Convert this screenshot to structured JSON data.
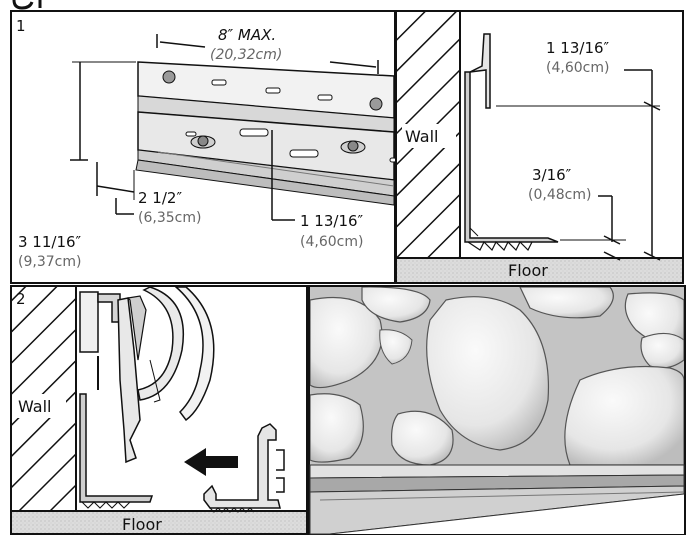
{
  "panel1": {
    "number": "1",
    "max_gap": "8″ MAX.",
    "max_gap_metric": "(20,32cm)",
    "dim_a": "2 1/2″",
    "dim_a_metric": "(6,35cm)",
    "dim_b": "1 13/16″",
    "dim_b_metric": "(4,60cm)",
    "dim_c": "3 11/16″",
    "dim_c_metric": "(9,37cm)"
  },
  "panel_section": {
    "wall_label": "Wall",
    "floor_label": "Floor",
    "dim_top": "1 13/16″",
    "dim_top_metric": "(4,60cm)",
    "dim_bottom": "3/16″",
    "dim_bottom_metric": "(0,48cm)"
  },
  "panel2": {
    "number": "2",
    "wall_label": "Wall",
    "floor_label": "Floor"
  },
  "colors": {
    "line": "#111111",
    "floor": "#d9d9d9",
    "stone": "#eeeeee",
    "stone_bg": "#c8c8c8"
  }
}
